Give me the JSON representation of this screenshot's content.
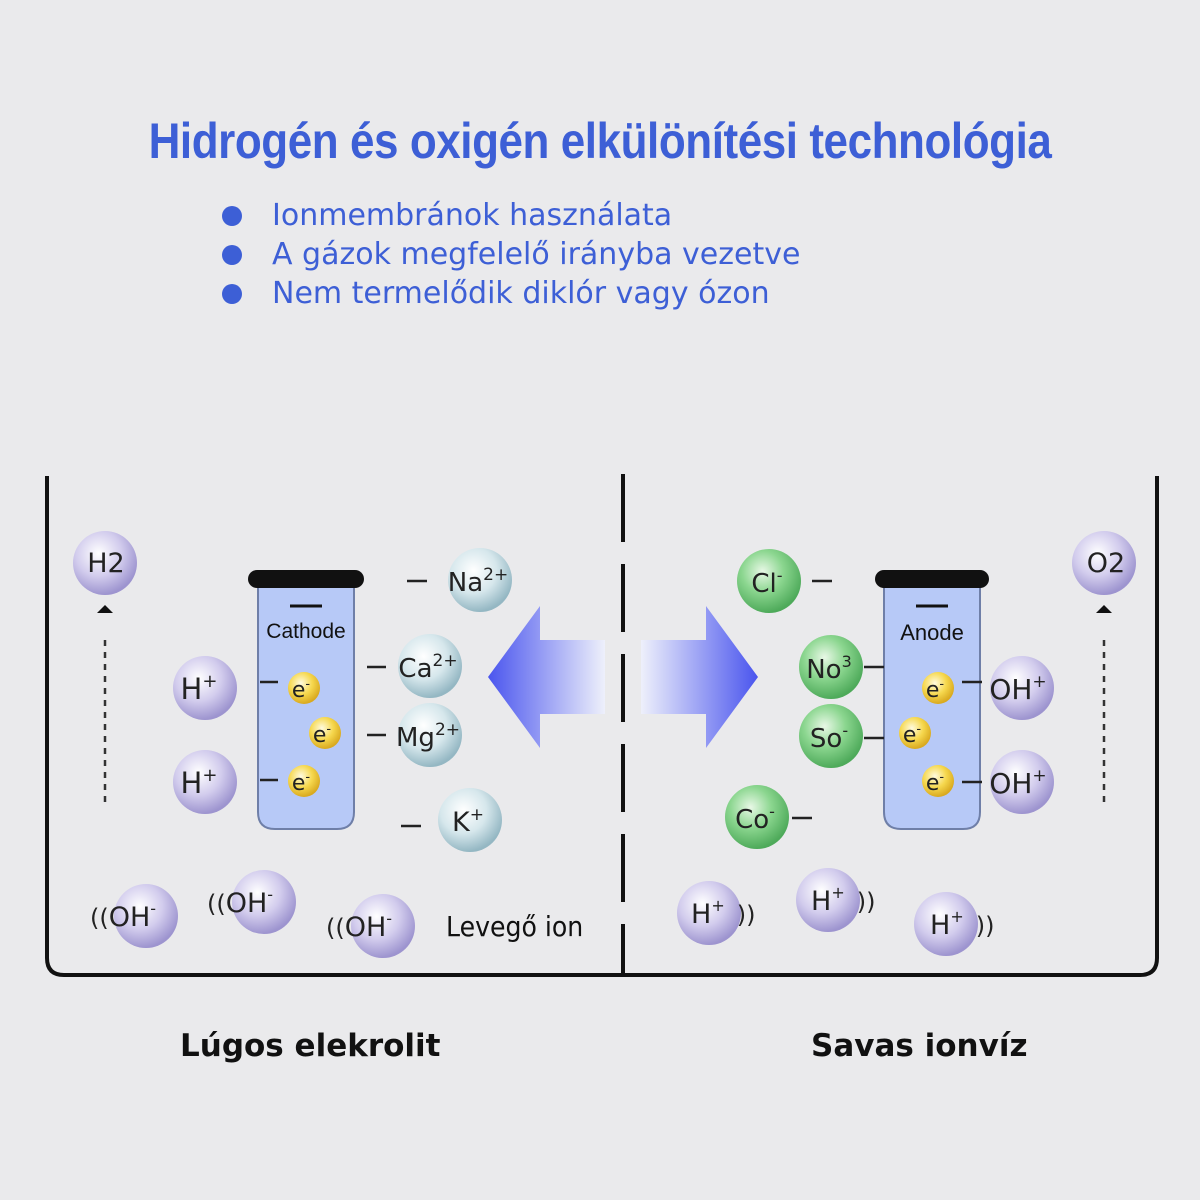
{
  "title": "Hidrogén és oxigén elkülönítési technológia",
  "bullets": [
    "Ionmembránok használata",
    "A gázok megfelelő irányba vezetve",
    "Nem termelődik diklór vagy ózon"
  ],
  "colors": {
    "accent": "#3d5fd6",
    "electrode": "#b7c9f7",
    "electron": "#f5d34a",
    "purple_ion": "#c9c2e6",
    "teal_ion": "#cfe2e8",
    "green_ion": "#7fcf86",
    "arrow": "#5560ee"
  },
  "diagram": {
    "cathode_label": "Cathode",
    "anode_label": "Anode",
    "electrode_sign": "—",
    "bond": "—",
    "gas_left": "H2",
    "gas_right": "O2",
    "electron": "e",
    "electron_sup": "-",
    "cathode_side_ions": [
      {
        "base": "Na",
        "sup": "2+"
      },
      {
        "base": "Ca",
        "sup": "2+"
      },
      {
        "base": "Mg",
        "sup": "2+"
      },
      {
        "base": "K",
        "sup": "+"
      }
    ],
    "cathode_hplus": {
      "base": "H",
      "sup": "+"
    },
    "anode_side_ions": [
      {
        "base": "Cl",
        "sup": "-"
      },
      {
        "base": "No",
        "sup": "3"
      },
      {
        "base": "So",
        "sup": "-"
      },
      {
        "base": "Co",
        "sup": "-"
      }
    ],
    "anode_ohplus": {
      "base": "OH",
      "sup": "+"
    },
    "bottom_left_ions": {
      "base": "OH",
      "sup": "-",
      "wave": "(("
    },
    "bottom_right_ions": {
      "base": "H",
      "sup": "+",
      "wave": "))"
    },
    "air_ion_label": "Levegő ion"
  },
  "captions": {
    "left": "Lúgos elekrolit",
    "right": "Savas ionvíz"
  }
}
